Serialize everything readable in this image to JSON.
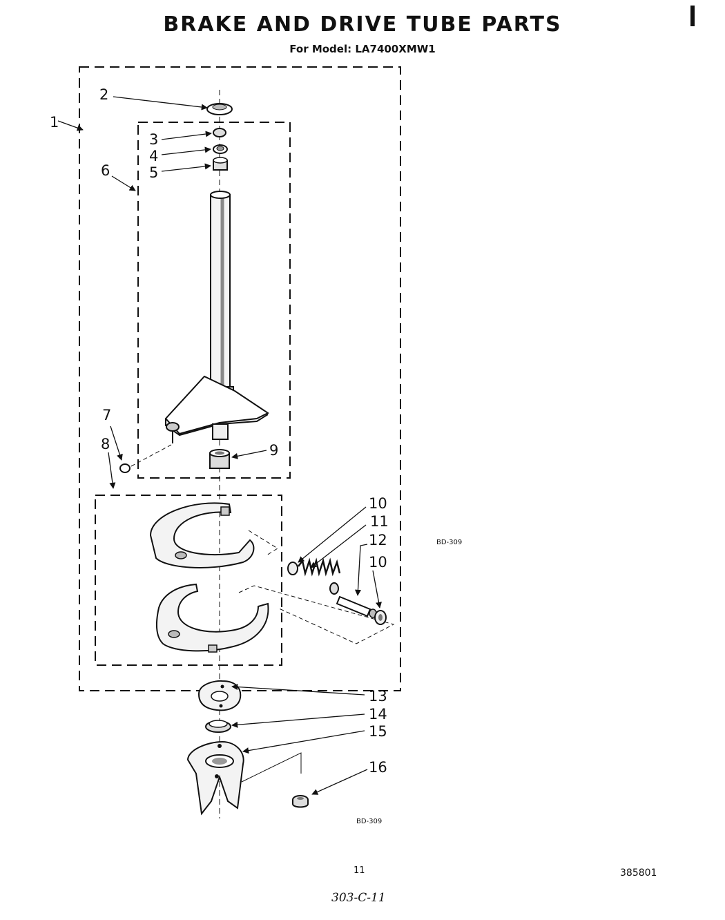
{
  "header": {
    "title": "BRAKE AND DRIVE TUBE PARTS",
    "model_line": "For Model: LA7400XMW1"
  },
  "diagram": {
    "code_inner": "BD-309",
    "code_outer": "BD-309",
    "callouts": {
      "c1": "1",
      "c2": "2",
      "c3": "3",
      "c4": "4",
      "c5": "5",
      "c6": "6",
      "c7": "7",
      "c8": "8",
      "c9": "9",
      "c10a": "10",
      "c11": "11",
      "c12": "12",
      "c10b": "10",
      "c13": "13",
      "c14": "14",
      "c15": "15",
      "c16": "16"
    }
  },
  "footer": {
    "page_number": "11",
    "document_number": "385801",
    "handwritten_note": "303-C-11"
  }
}
